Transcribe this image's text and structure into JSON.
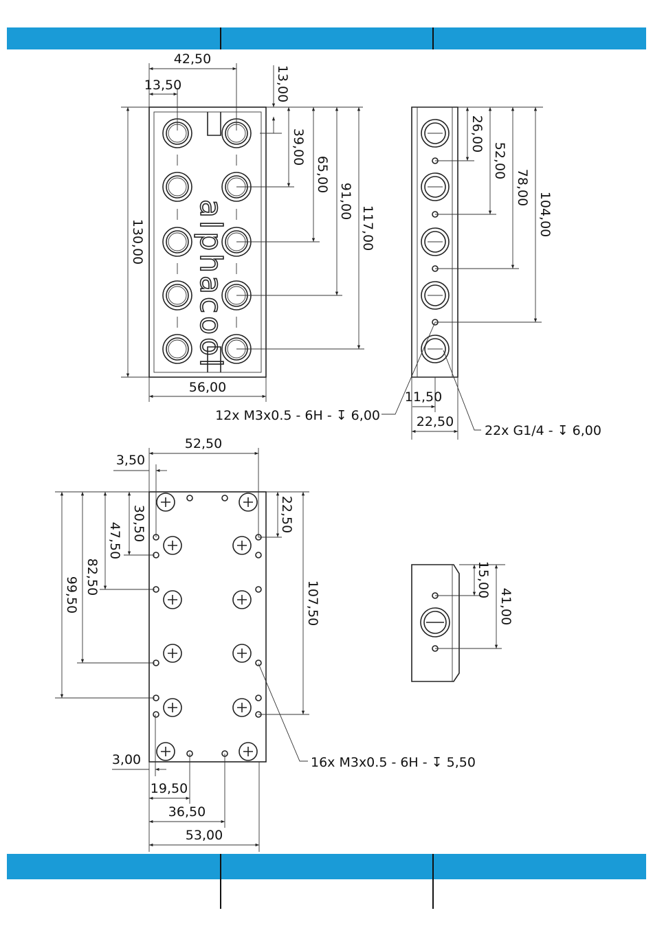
{
  "colors": {
    "band": "#1a9bd7",
    "line": "#222222"
  },
  "top_view": {
    "logo": "alphacool",
    "dims": {
      "width_top": "42,50",
      "offset_left": "13,50",
      "offset_top": "13,00",
      "d39": "39,00",
      "d65": "65,00",
      "d91": "91,00",
      "d117": "117,00",
      "height": "130,00",
      "width": "56,00"
    }
  },
  "side_view": {
    "dims": {
      "d26": "26,00",
      "d52": "52,00",
      "d78": "78,00",
      "d104": "104,00",
      "d1150": "11,50",
      "d2250": "22,50"
    },
    "note_m3": "12x M3x0.5 - 6H - ↧ 6,00",
    "note_g14": "22x G1/4 - ↧ 6,00"
  },
  "bottom_view": {
    "dims": {
      "d5250": "52,50",
      "d350": "3,50",
      "d3050": "30,50",
      "d4750": "47,50",
      "d8250": "82,50",
      "d9950": "99,50",
      "d2250": "22,50",
      "d10750": "107,50",
      "d300": "3,00",
      "d1950": "19,50",
      "d3650": "36,50",
      "d5300": "53,00"
    },
    "note": "16x M3x0.5 - 6H - ↧ 5,50"
  },
  "end_view": {
    "dims": {
      "d1500": "15,00",
      "d4100": "41,00"
    }
  }
}
